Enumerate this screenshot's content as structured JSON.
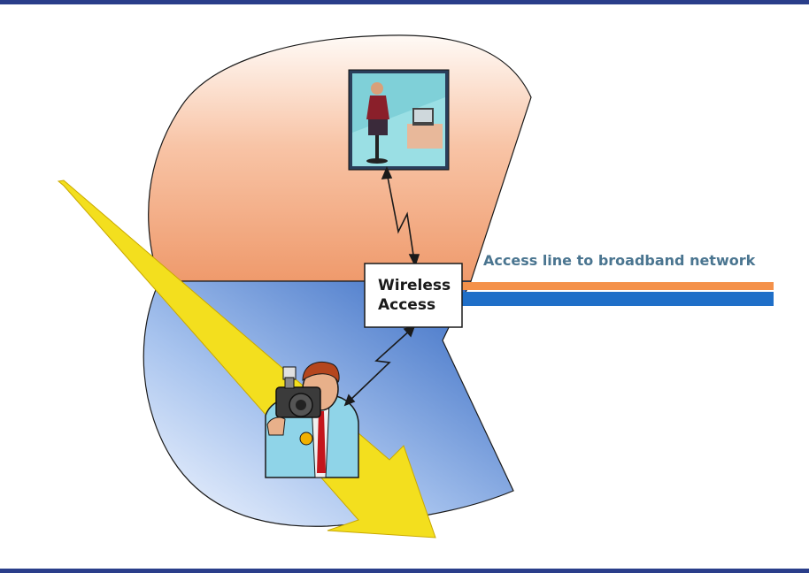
{
  "access_box": {
    "line1": "Wireless",
    "line2": "Access"
  },
  "access_line_label": "Access line to broadband network",
  "colors": {
    "frame": "#2a3e8a",
    "upper_region": "#f0a078",
    "lower_region": "#3f74c8",
    "access_line_orange": "#f4914a",
    "access_line_blue": "#1f6fc8",
    "arrow_yellow": "#f3df1e",
    "label_text": "#4a7590"
  },
  "icons": [
    "office-worker-picture",
    "camera-operator-picture",
    "wireless-link-icon"
  ]
}
